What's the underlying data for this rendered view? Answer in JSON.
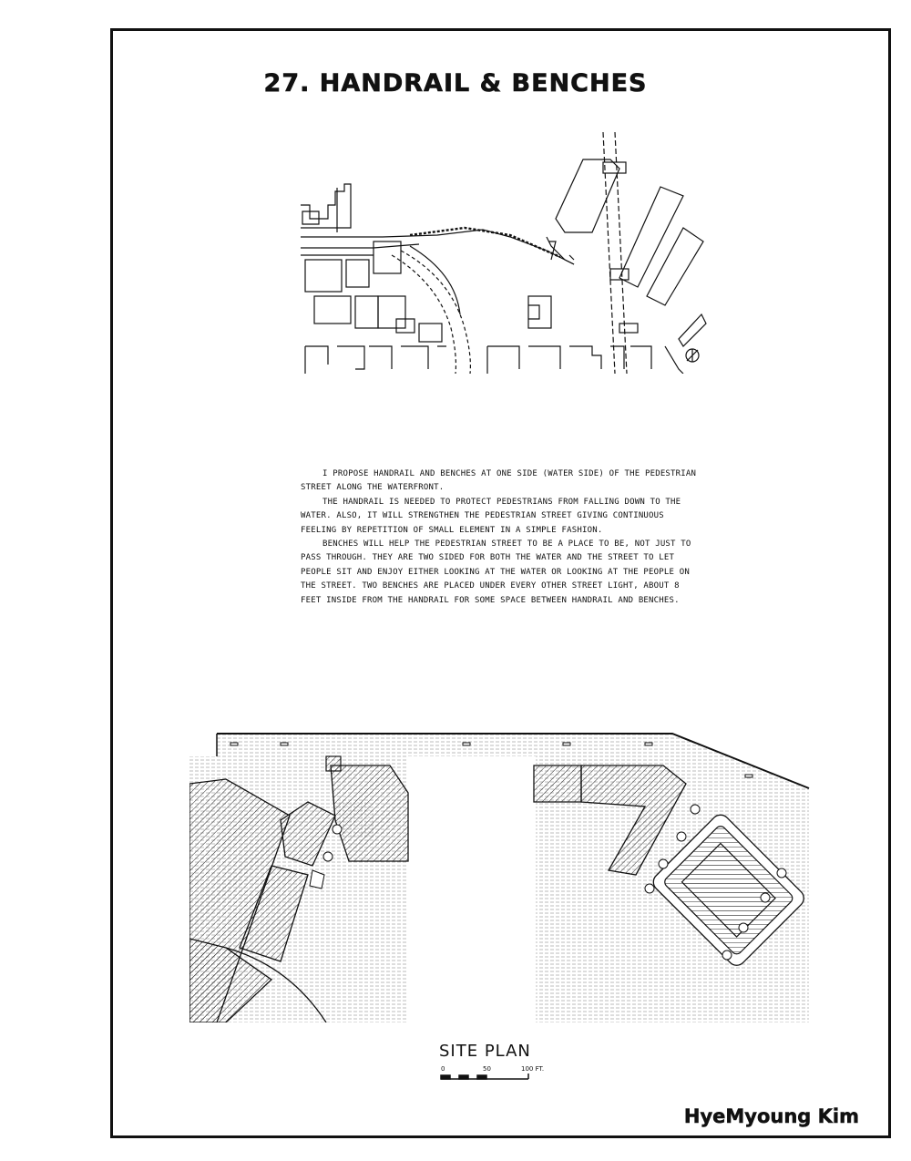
{
  "title": "27. HANDRAIL & BENCHES",
  "paragraphs": [
    "I propose handrail and benches at one side (water side) of the pedestrian street along the waterfront.",
    "The handrail is needed to protect pedestrians from falling down to the water. Also, it will strengthen the pedestrian street giving continuous feeling by repetition of small element in a simple fashion.",
    "Benches will help the pedestrian street to be a place to be, not just to pass through. They are two sided for both the water and the street to let people sit  and enjoy either looking at the water or looking at the people on the street. Two benches are placed under every other street light, about 8 feet inside from the handrail for some space between handrail and benches."
  ],
  "site_plan_label": "SITE PLAN",
  "scale": {
    "labels": [
      "0",
      "50",
      "100 FT."
    ]
  },
  "author": "HyeMyoung Kim",
  "icons": {
    "north_arrow": "north-arrow-icon"
  }
}
